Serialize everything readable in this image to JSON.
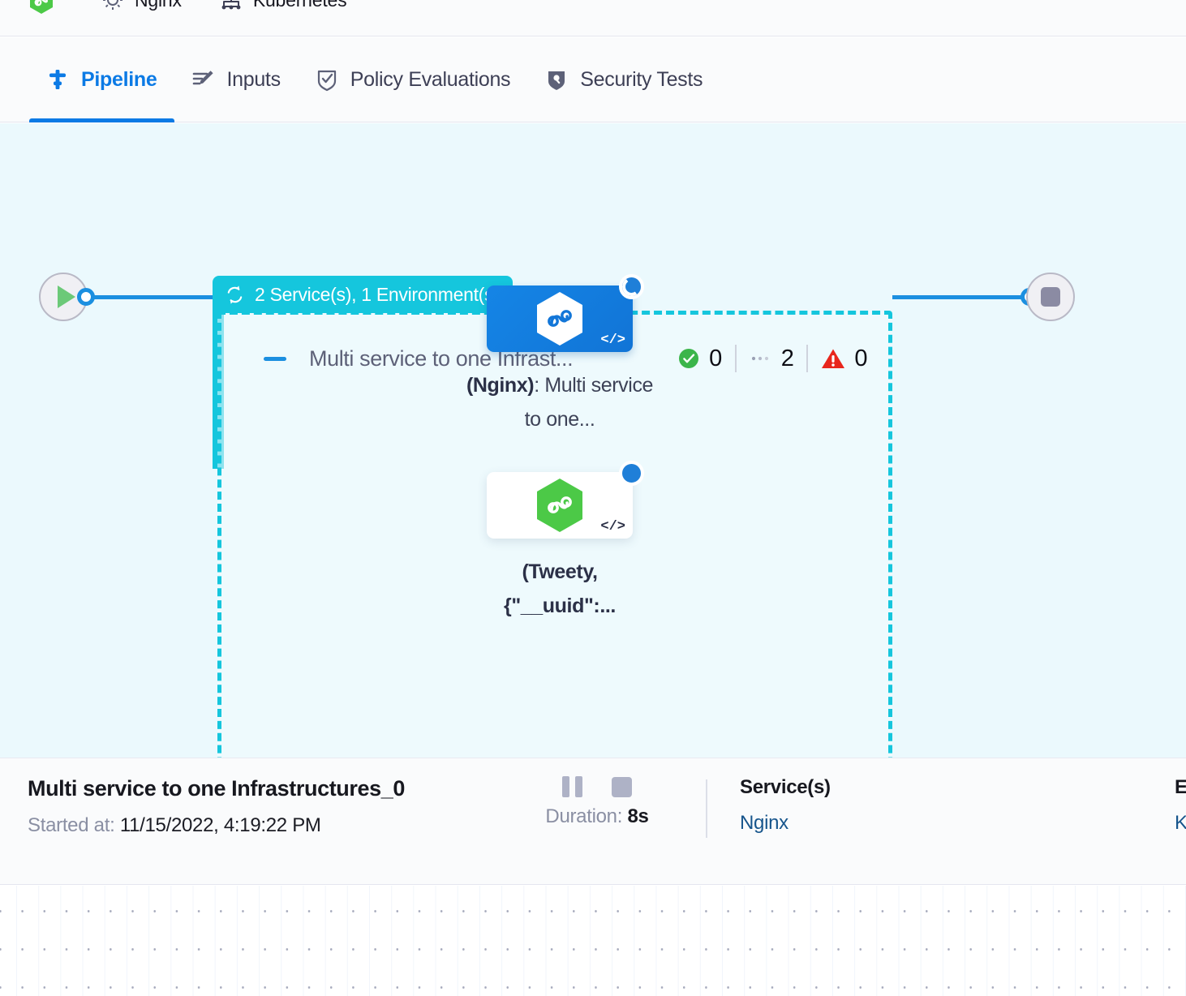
{
  "topbar": {
    "items": [
      {
        "icon": "nginx-hex-logo",
        "label": ""
      },
      {
        "icon": "gear-icon",
        "label": "Nginx"
      },
      {
        "icon": "kubernetes-icon",
        "label": "Kubernetes"
      }
    ]
  },
  "tabs": [
    {
      "id": "pipeline",
      "label": "Pipeline",
      "icon": "pipeline-icon",
      "active": true
    },
    {
      "id": "inputs",
      "label": "Inputs",
      "icon": "inputs-icon",
      "active": false
    },
    {
      "id": "policy",
      "label": "Policy Evaluations",
      "icon": "shield-check-icon",
      "active": false
    },
    {
      "id": "security",
      "label": "Security Tests",
      "icon": "shield-lock-icon",
      "active": false
    }
  ],
  "canvas": {
    "group": {
      "label": "2 Service(s), 1 Environment(s)",
      "label_icon": "loop-arrows-icon",
      "title": "Multi service to one Infrast...",
      "collapse_icon": "collapse-dash-icon",
      "counts": [
        {
          "id": "success",
          "icon": "check-circle-icon",
          "value": "0",
          "color": "#3bb54a"
        },
        {
          "id": "pending",
          "icon": "dots-icon",
          "value": "2",
          "color": "#8a8fa3"
        },
        {
          "id": "failed",
          "icon": "warning-triangle-icon",
          "value": "0",
          "color": "#e8261c"
        }
      ]
    },
    "nodes": [
      {
        "id": "nginx-node",
        "variant": "blue",
        "hex_color": "#ffffff",
        "badge": "spinner-badge",
        "code_icon": "code-icon",
        "label_bold": "(Nginx)",
        "label_rest": ": Multi service to one..."
      },
      {
        "id": "tweety-node",
        "variant": "white",
        "hex_color": "#4cc котор",
        "badge": "solid-circle-badge",
        "code_icon": "code-icon",
        "label_bold": "(Tweety,",
        "label_rest": "{\"__uuid\":..."
      }
    ],
    "start_node": {
      "icon": "play-icon"
    },
    "end_node": {
      "icon": "stop-icon"
    }
  },
  "details": {
    "title": "Multi service to one Infrastructures_0",
    "started_key": "Started at: ",
    "started_value": "11/15/2022, 4:19:22 PM",
    "controls": [
      {
        "id": "pause",
        "icon": "pause-icon"
      },
      {
        "id": "stop",
        "icon": "stop-icon"
      }
    ],
    "duration_key": "Duration: ",
    "duration_value": "8s",
    "services_head": "Service(s)",
    "services_value": "Nginx",
    "env_head": "Envi",
    "env_value": "Kube"
  },
  "colors": {
    "accent_blue": "#0b7ae5",
    "group_cyan": "#15c6dd",
    "canvas_bg": "#ebf9fd",
    "link_navy": "#17558c",
    "success_green": "#3bb54a",
    "error_red": "#e8261c"
  }
}
